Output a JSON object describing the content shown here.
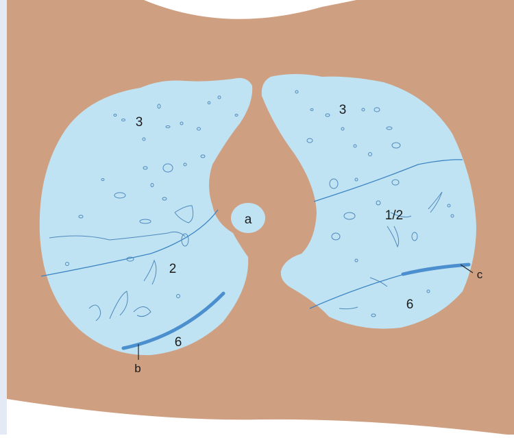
{
  "colors": {
    "body_tissue": "#cf9f82",
    "lung": "#bfe3f3",
    "fissure_line": "#3d84c2",
    "accent_fissure": "#4b8fce",
    "background_left_strip": "#e3eaf6",
    "outside": "#ffffff",
    "marking": "#4f88bd"
  },
  "labels": {
    "trachea": "a",
    "right_upper": "3",
    "right_middle": "2",
    "right_lower": "6",
    "left_upper": "3",
    "left_lingula": "1/2",
    "left_lower": "6",
    "pointer_b": "b",
    "pointer_c": "c"
  }
}
